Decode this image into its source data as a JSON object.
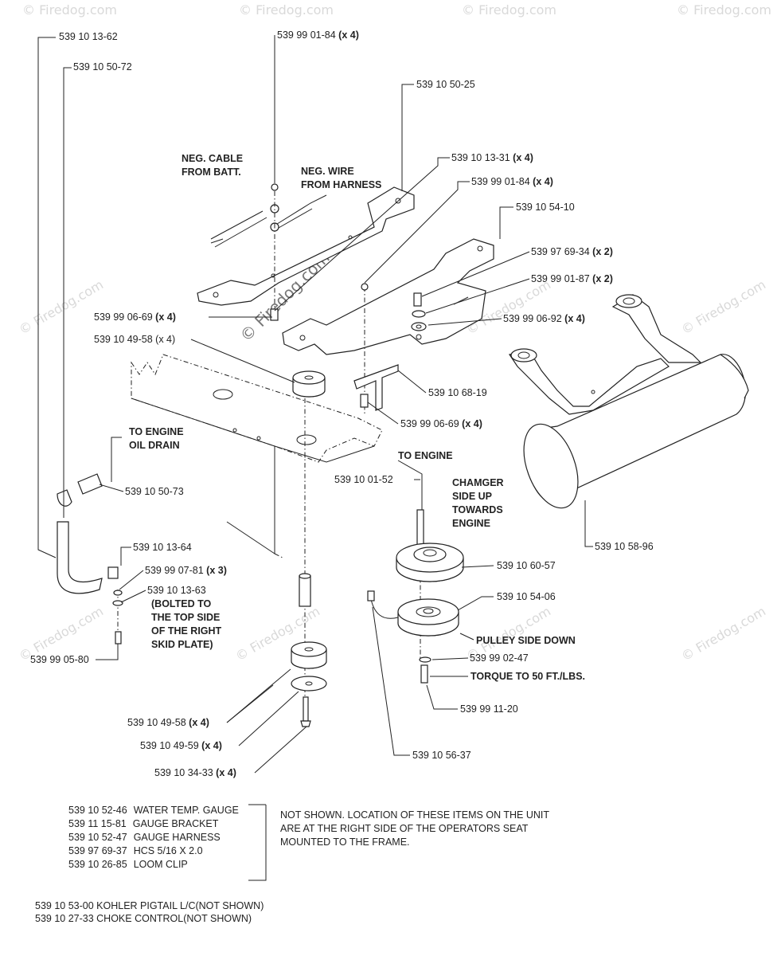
{
  "watermark": "© Firedog.com",
  "watermark_center": "© Firedog.com",
  "callouts": [
    {
      "id": "c1",
      "part": "539 10 13-62",
      "qty": ""
    },
    {
      "id": "c2",
      "part": "539 10 50-72",
      "qty": ""
    },
    {
      "id": "c3",
      "part": "539 99 01-84",
      "qty": "(x 4)"
    },
    {
      "id": "c4",
      "part": "539 10 50-25",
      "qty": ""
    },
    {
      "id": "c5",
      "part": "539 10 13-31",
      "qty": "(x 4)"
    },
    {
      "id": "c6",
      "part": "539 99 01-84",
      "qty": "(x 4)"
    },
    {
      "id": "c7",
      "part": "539 10 54-10",
      "qty": ""
    },
    {
      "id": "c8",
      "part": "539 97 69-34",
      "qty": "(x 2)"
    },
    {
      "id": "c9",
      "part": "539 99 01-87",
      "qty": "(x 2)"
    },
    {
      "id": "c10",
      "part": "539 99 06-92",
      "qty": "(x 4)"
    },
    {
      "id": "c11",
      "part": "539 99 06-69",
      "qty": "(x 4)"
    },
    {
      "id": "c12",
      "part": "539 10 49-58",
      "qty": "(x 4)"
    },
    {
      "id": "c13",
      "part": "539 10 68-19",
      "qty": ""
    },
    {
      "id": "c14",
      "part": "539 99 06-69",
      "qty": "(x 4)"
    },
    {
      "id": "c15",
      "part": "539 10 50-73",
      "qty": ""
    },
    {
      "id": "c16",
      "part": "539 10 01-52",
      "qty": ""
    },
    {
      "id": "c17",
      "part": "539 10 58-96",
      "qty": ""
    },
    {
      "id": "c18",
      "part": "539 10 13-64",
      "qty": ""
    },
    {
      "id": "c19",
      "part": "539 99 07-81",
      "qty": "(x 3)"
    },
    {
      "id": "c20",
      "part": "539 10 13-63",
      "qty": ""
    },
    {
      "id": "c21",
      "part": "539 10 60-57",
      "qty": ""
    },
    {
      "id": "c22",
      "part": "539 10 54-06",
      "qty": ""
    },
    {
      "id": "c23",
      "part": "539 99 05-80",
      "qty": ""
    },
    {
      "id": "c24",
      "part": "539 99 02-47",
      "qty": ""
    },
    {
      "id": "c25",
      "part": "539 99 11-20",
      "qty": ""
    },
    {
      "id": "c26",
      "part": "539 10 49-58",
      "qty": "(x 4)"
    },
    {
      "id": "c27",
      "part": "539 10 49-59",
      "qty": "(x 4)"
    },
    {
      "id": "c28",
      "part": "539 10 56-37",
      "qty": ""
    },
    {
      "id": "c29",
      "part": "539 10 34-33",
      "qty": "(x 4)"
    }
  ],
  "notes": {
    "neg_cable": [
      "NEG. CABLE",
      "FROM BATT."
    ],
    "neg_wire": [
      "NEG. WIRE",
      "FROM HARNESS"
    ],
    "to_engine_oil": [
      "TO ENGINE",
      "OIL DRAIN"
    ],
    "to_engine": "TO ENGINE",
    "changer": [
      "CHAMGER",
      "SIDE UP",
      "TOWARDS",
      "ENGINE"
    ],
    "bolted": [
      "(BOLTED TO",
      "THE TOP SIDE",
      "OF THE RIGHT",
      "SKID PLATE)"
    ],
    "pulley_side": "PULLEY SIDE DOWN",
    "torque": "TORQUE TO 50 FT./LBS."
  },
  "not_shown_list": [
    {
      "part": "539 10 52-46",
      "desc": "WATER TEMP. GAUGE"
    },
    {
      "part": "539 11 15-81",
      "desc": "GAUGE BRACKET"
    },
    {
      "part": "539 10 52-47",
      "desc": "GAUGE HARNESS"
    },
    {
      "part": "539 97 69-37",
      "desc": "HCS 5/16 X 2.0"
    },
    {
      "part": "539 10 26-85",
      "desc": "LOOM CLIP"
    }
  ],
  "not_shown_note": [
    "NOT SHOWN. LOCATION OF THESE ITEMS ON THE UNIT",
    "ARE AT THE RIGHT SIDE OF THE OPERATORS SEAT",
    "MOUNTED TO THE FRAME."
  ],
  "footer_items": [
    "539 10 53-00  KOHLER PIGTAIL L/C(NOT SHOWN)",
    "539 10 27-33  CHOKE CONTROL(NOT SHOWN)"
  ]
}
